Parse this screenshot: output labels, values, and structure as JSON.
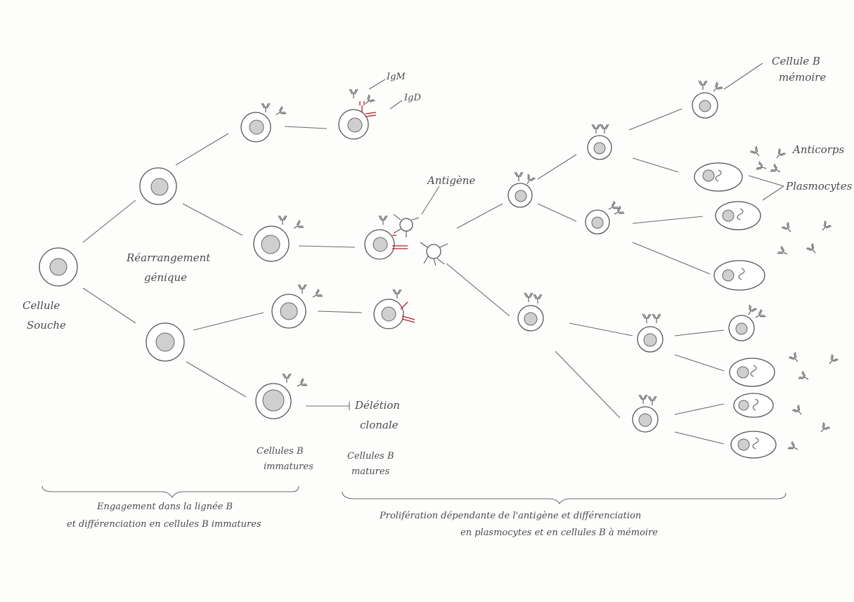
{
  "labels": {
    "stem_cell": [
      "Cellule",
      "Souche"
    ],
    "rearrangement": [
      "Réarrangement",
      "génique"
    ],
    "igm": "IgM",
    "igd": "IgD",
    "antigen": "Antigène",
    "clonal_deletion": [
      "Délétion",
      "clonale"
    ],
    "immature_b": [
      "Cellules B",
      "immatures"
    ],
    "mature_b": [
      "Cellules B",
      "matures"
    ],
    "memory_b": [
      "Cellule B",
      "mémoire"
    ],
    "antibodies": "Anticorps",
    "plasmocytes": "Plasmocytes",
    "caption_left": [
      "Engagement dans la lignée B",
      "et différenciation en cellules B immatures"
    ],
    "caption_right": [
      "Prolifération dépendante de l'antigène et différenciation",
      "en plasmocytes et en cellules B à mémoire"
    ]
  },
  "colors": {
    "ink": "#555555",
    "igd_red": "#c0182a"
  }
}
